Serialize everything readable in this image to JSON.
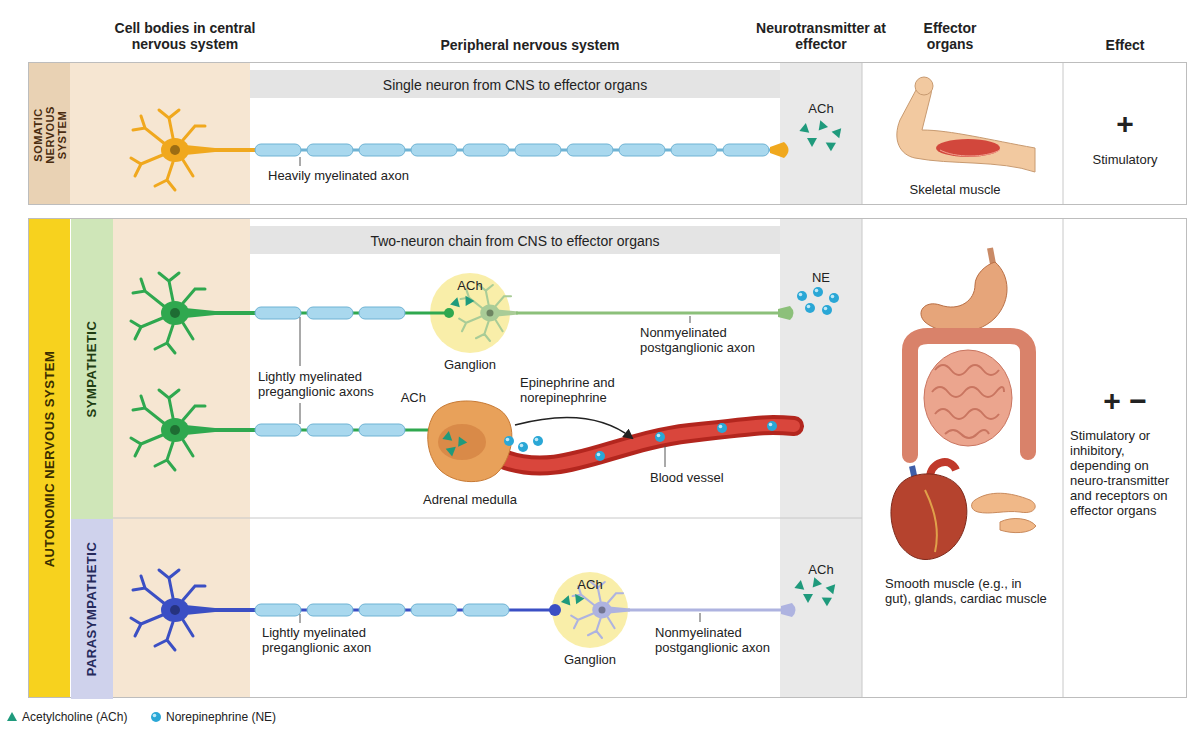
{
  "diagram": {
    "nodes": [
      {
        "text": [
          "SOMATIC NERVOUS SYSTEM"
        ]
      },
      {
        "text": [
          "AUTONOMIC NERVOUS SYSTEM"
        ]
      },
      {
        "text": [
          "SYMPATHETIC"
        ],
        "in": 1
      },
      {
        "text": [
          "PARASYMPATHETIC"
        ],
        "in": 1
      }
    ],
    "labels": [
      "Cell bodies in central nervous system",
      "Peripheral nervous system",
      "Neurotransmitter at effector",
      "Effector organs",
      "Effect",
      "Single neuron from CNS to effector organs",
      "Heavily myelinated axon",
      "ACh",
      "Skeletal muscle",
      "+",
      "Stimulatory",
      "Two-neuron chain from CNS to effector organs",
      "ACh",
      "Ganglion",
      "Nonmyelinated postganglionic axon",
      "NE",
      "Lightly myelinated preganglionic axons",
      "ACh",
      "Epinephrine and norepinephrine",
      "Adrenal medulla",
      "Blood vessel",
      "+ −",
      "Stimulatory or inhibitory, depending on neuro-transmitter and receptors on effector organs",
      "ACh",
      "Lightly myelinated preganglionic axon",
      "Ganglion",
      "Nonmyelinated postganglionic axon",
      "ACh",
      "Smooth muscle (e.g., in gut), glands, cardiac muscle"
    ],
    "legend": [
      {
        "text": "Acetylcholine (ACh)"
      },
      {
        "text": "Norepinephrine (NE)"
      }
    ]
  }
}
